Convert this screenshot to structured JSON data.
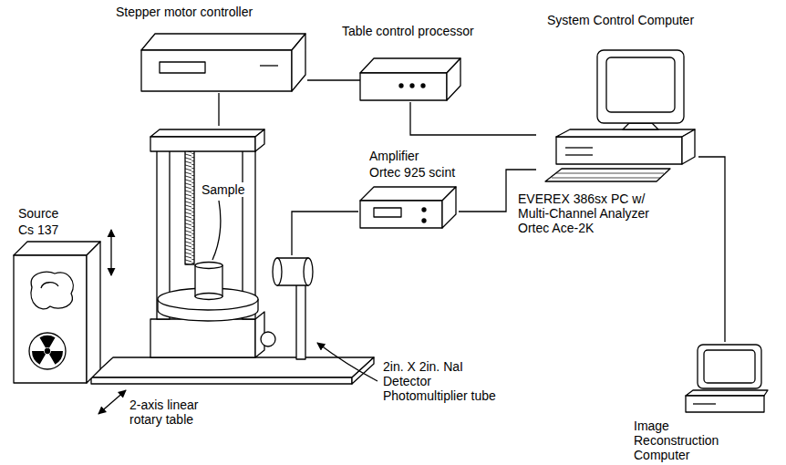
{
  "diagram": {
    "nodes": [
      {
        "text": [
          "Stepper motor controller"
        ]
      },
      {
        "text": [
          "Table control processor"
        ]
      },
      {
        "text": [
          "System Control Computer",
          "EVEREX 386sx PC w/ Multi-Channel Analyzer Ortec Ace-2K"
        ]
      },
      {
        "text": [
          "Amplifier",
          "Ortec 925 scint"
        ]
      },
      {
        "text": [
          "Source",
          "Cs 137"
        ]
      },
      {
        "text": [
          "2-axis linear rotary table"
        ]
      },
      {
        "text": [
          "2in. X 2in. NaI Detector Photomultiplier tube"
        ]
      },
      {
        "text": [
          "Image Reconstruction Computer"
        ]
      }
    ],
    "edges": [
      {
        "from": 0,
        "to": 5,
        "arrow": "none"
      },
      {
        "from": 0,
        "to": 1,
        "arrow": "none"
      },
      {
        "from": 1,
        "to": 2,
        "arrow": "none"
      },
      {
        "from": 3,
        "to": 2,
        "arrow": "none"
      },
      {
        "from": 3,
        "to": 6,
        "arrow": "none"
      },
      {
        "from": 2,
        "to": 7,
        "arrow": "none"
      }
    ],
    "labels": [
      "Sample"
    ]
  }
}
